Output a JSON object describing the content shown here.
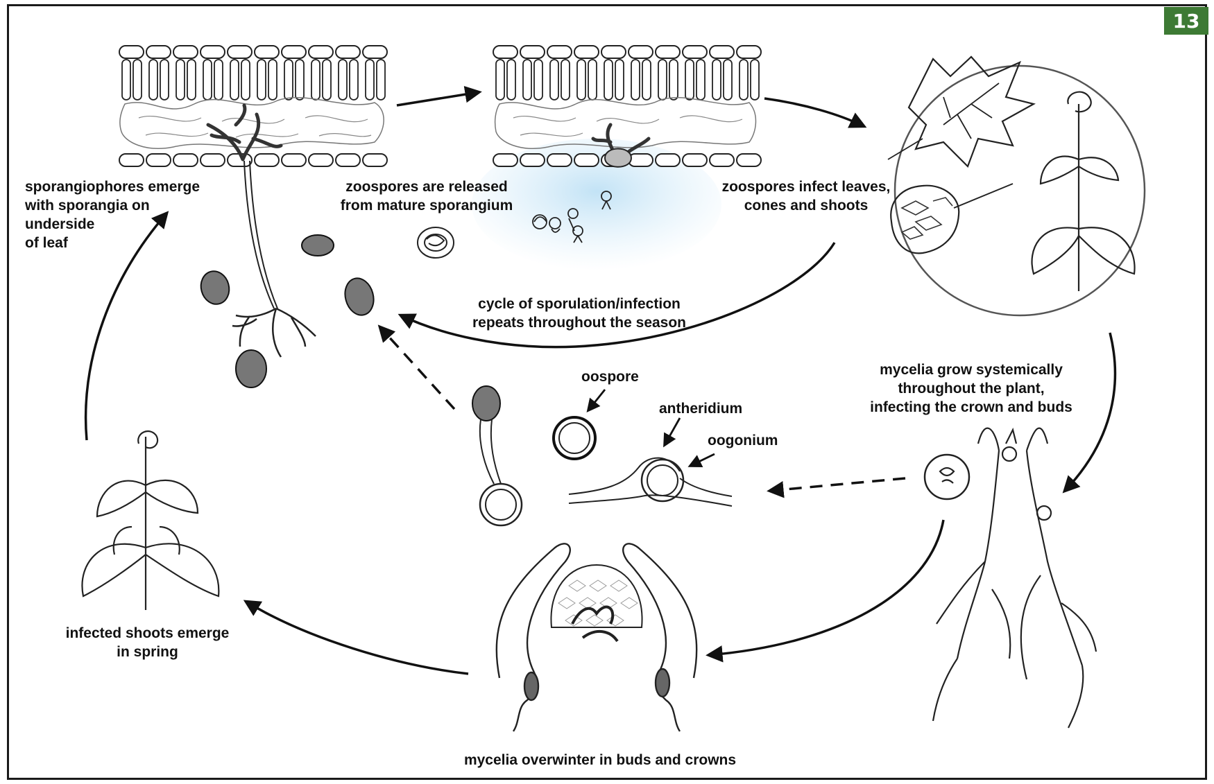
{
  "figure_number": "13",
  "colors": {
    "badge": "#3d7a34",
    "ink": "#111111",
    "sporangia_fill": "#777777",
    "water": "#bfe1f5"
  },
  "labels": {
    "sporangiophores": [
      "sporangiophores emerge",
      "with sporangia on",
      "underside",
      "of leaf"
    ],
    "zoospores_released": [
      "zoospores are released",
      "from mature sporangium"
    ],
    "zoospores_infect": [
      "zoospores infect leaves,",
      "cones and shoots"
    ],
    "cycle": [
      "cycle of sporulation/infection",
      "repeats throughout the season"
    ],
    "mycelia_grow": [
      "mycelia grow systemically",
      "throughout the plant,",
      "infecting the crown and buds"
    ],
    "oospore": "oospore",
    "antheridium": "antheridium",
    "oogonium": "oogonium",
    "infected_shoots": [
      "infected shoots emerge",
      "in spring"
    ],
    "overwinter": "mycelia overwinter in buds and crowns"
  }
}
